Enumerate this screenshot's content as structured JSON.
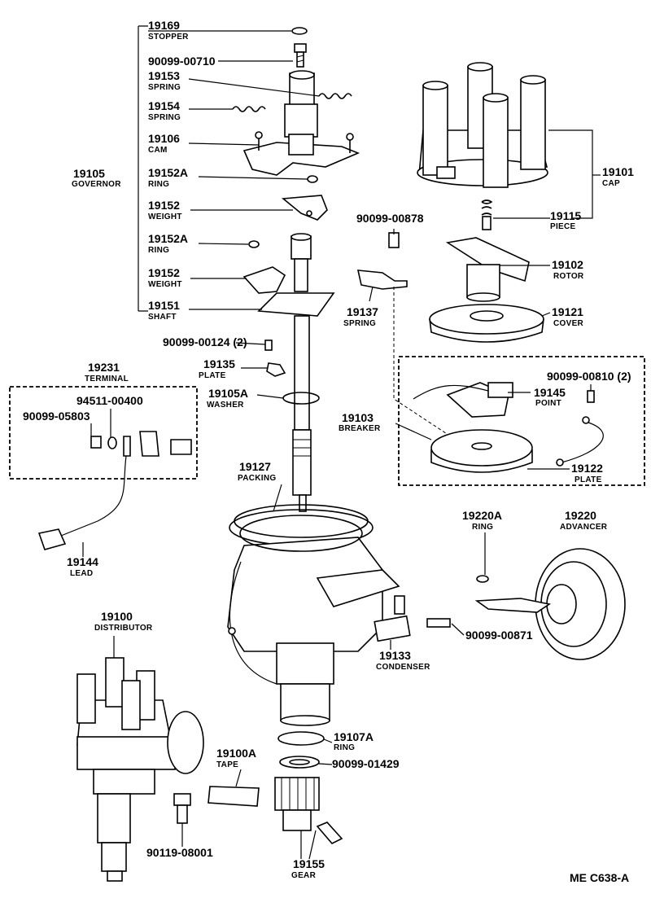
{
  "diagram_code": "ME  C638-A",
  "parts": [
    {
      "id": "p19169",
      "number": "19169",
      "name": "STOPPER"
    },
    {
      "id": "p00710",
      "number": "90099-00710",
      "name": ""
    },
    {
      "id": "p19153",
      "number": "19153",
      "name": "SPRING"
    },
    {
      "id": "p19154",
      "number": "19154",
      "name": "SPRING"
    },
    {
      "id": "p19106",
      "number": "19106",
      "name": "CAM"
    },
    {
      "id": "p19105",
      "number": "19105",
      "name": "GOVERNOR"
    },
    {
      "id": "p19152A_1",
      "number": "19152A",
      "name": "RING"
    },
    {
      "id": "p19152_1",
      "number": "19152",
      "name": "WEIGHT"
    },
    {
      "id": "p19152A_2",
      "number": "19152A",
      "name": "RING"
    },
    {
      "id": "p19152_2",
      "number": "19152",
      "name": "WEIGHT"
    },
    {
      "id": "p19151",
      "number": "19151",
      "name": "SHAFT"
    },
    {
      "id": "p00124",
      "number": "90099-00124 (2)",
      "name": ""
    },
    {
      "id": "p19135",
      "number": "19135",
      "name": "PLATE"
    },
    {
      "id": "p19105A",
      "number": "19105A",
      "name": "WASHER"
    },
    {
      "id": "p19231",
      "number": "19231",
      "name": "TERMINAL"
    },
    {
      "id": "p00400",
      "number": "94511-00400",
      "name": ""
    },
    {
      "id": "p05803",
      "number": "90099-05803",
      "name": ""
    },
    {
      "id": "p19127",
      "number": "19127",
      "name": "PACKING"
    },
    {
      "id": "p19144",
      "number": "19144",
      "name": "LEAD"
    },
    {
      "id": "p19100",
      "number": "19100",
      "name": "DISTRIBUTOR"
    },
    {
      "id": "p19101",
      "number": "19101",
      "name": "CAP"
    },
    {
      "id": "p19115",
      "number": "19115",
      "name": "PIECE"
    },
    {
      "id": "p00878",
      "number": "90099-00878",
      "name": ""
    },
    {
      "id": "p19102",
      "number": "19102",
      "name": "ROTOR"
    },
    {
      "id": "p19137",
      "number": "19137",
      "name": "SPRING"
    },
    {
      "id": "p19121",
      "number": "19121",
      "name": "COVER"
    },
    {
      "id": "p00810",
      "number": "90099-00810 (2)",
      "name": ""
    },
    {
      "id": "p19145",
      "number": "19145",
      "name": "POINT"
    },
    {
      "id": "p19103",
      "number": "19103",
      "name": "BREAKER"
    },
    {
      "id": "p19122",
      "number": "19122",
      "name": "PLATE"
    },
    {
      "id": "p19220A",
      "number": "19220A",
      "name": "RING"
    },
    {
      "id": "p19220",
      "number": "19220",
      "name": "ADVANCER"
    },
    {
      "id": "p00871",
      "number": "90099-00871",
      "name": ""
    },
    {
      "id": "p19133",
      "number": "19133",
      "name": "CONDENSER"
    },
    {
      "id": "p19107A",
      "number": "19107A",
      "name": "RING"
    },
    {
      "id": "p01429",
      "number": "90099-01429",
      "name": ""
    },
    {
      "id": "p19100A",
      "number": "19100A",
      "name": "TAPE"
    },
    {
      "id": "p08001",
      "number": "90119-08001",
      "name": ""
    },
    {
      "id": "p19155",
      "number": "19155",
      "name": "GEAR"
    }
  ]
}
